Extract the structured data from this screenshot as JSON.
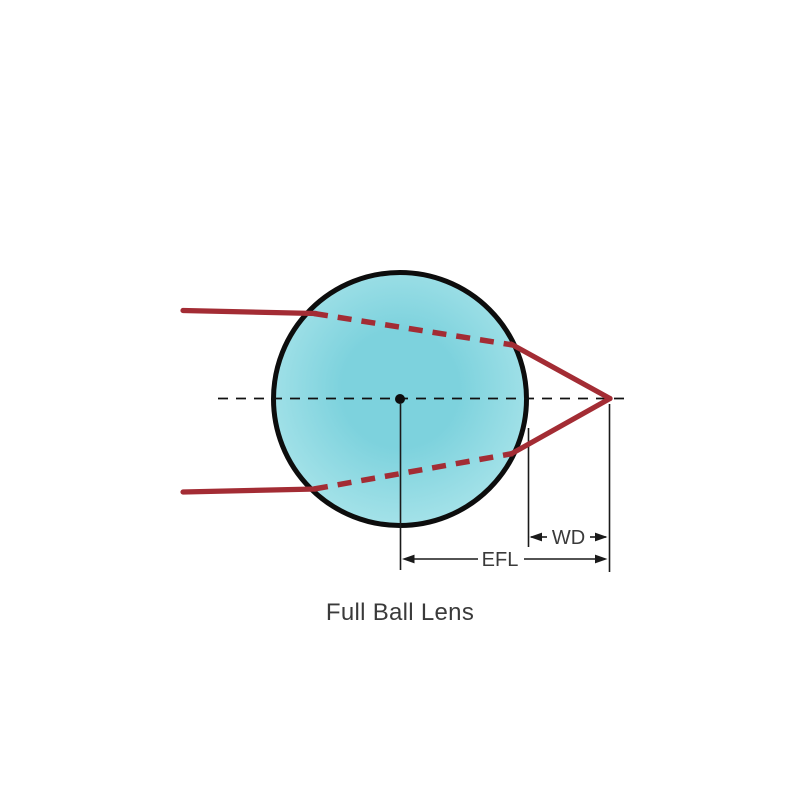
{
  "figure": {
    "title": "Full Ball Lens",
    "labels": {
      "working_distance": "WD",
      "effective_focal_length": "EFL"
    },
    "colors": {
      "ray": "#a32c34",
      "lens_fill_center": "#7dd2dd",
      "lens_fill_edge": "#a9e4ea",
      "lens_outline": "#0d0d0d",
      "line": "#1a1a1a",
      "text": "#3a3a3a"
    }
  }
}
